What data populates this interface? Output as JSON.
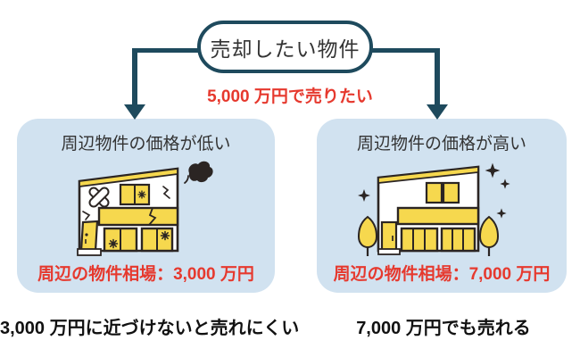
{
  "colors": {
    "navy": "#1e4a5d",
    "red": "#e6392e",
    "panel_bg": "#d1e2f0",
    "house_yellow": "#f6d84e",
    "outline": "#2b2523",
    "text_dark": "#333333"
  },
  "flow": {
    "source_label": "売却したい物件",
    "desired_price": "5,000 万円で売りたい",
    "left_arrow_icon": "down-arrow-icon",
    "right_arrow_icon": "down-arrow-icon"
  },
  "left_panel": {
    "heading": "周辺物件の価格が低い",
    "illustration": "damaged-house-icon",
    "market_price": "周辺の物件相場：3,000 万円",
    "caption": "3,000 万円に近づけないと売れにくい"
  },
  "right_panel": {
    "heading": "周辺物件の価格が高い",
    "illustration": "sparkling-house-icon",
    "market_price": "周辺の物件相場：7,000 万円",
    "caption": "7,000 万円でも売れる"
  }
}
